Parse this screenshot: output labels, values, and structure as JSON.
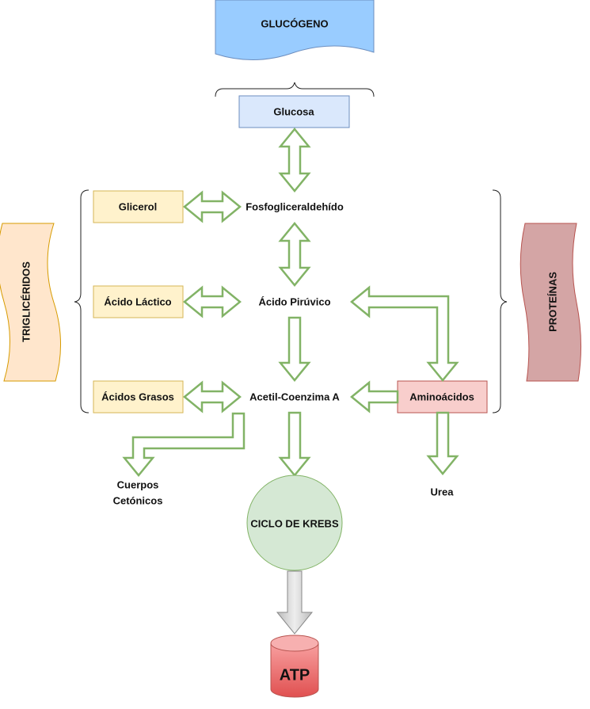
{
  "nodes": {
    "glucogeno": "GLUCÓGENO",
    "glucosa": "Glucosa",
    "glicerol": "Glicerol",
    "fosfo": "Fosfogliceraldehído",
    "acido_lactico": "Ácido Láctico",
    "acido_piruvico": "Ácido Pirúvico",
    "acidos_grasos": "Ácidos Grasos",
    "acetil": "Acetil-Coenzima A",
    "aminoacidos": "Aminoácidos",
    "cuerpos_line1": "Cuerpos",
    "cuerpos_line2": "Cetónicos",
    "urea": "Urea",
    "krebs": "CICLO DE KREBS",
    "atp": "ATP",
    "trigliceridos": "TRIGLICÉRIDOS",
    "proteinas": "PROTEÍNAS"
  },
  "colors": {
    "glucogeno_fill": "#99ccff",
    "glucosa_fill": "#dae8fc",
    "yellow_fill": "#fff2cc",
    "yellow_stroke": "#d6b656",
    "orange_fill": "#ffe6cc",
    "pink_fill": "#f8cecc",
    "protein_fill": "#d4a5a5",
    "krebs_fill": "#d5e8d4",
    "atp_fill": "#e06666",
    "arrow_stroke": "#82b366"
  }
}
